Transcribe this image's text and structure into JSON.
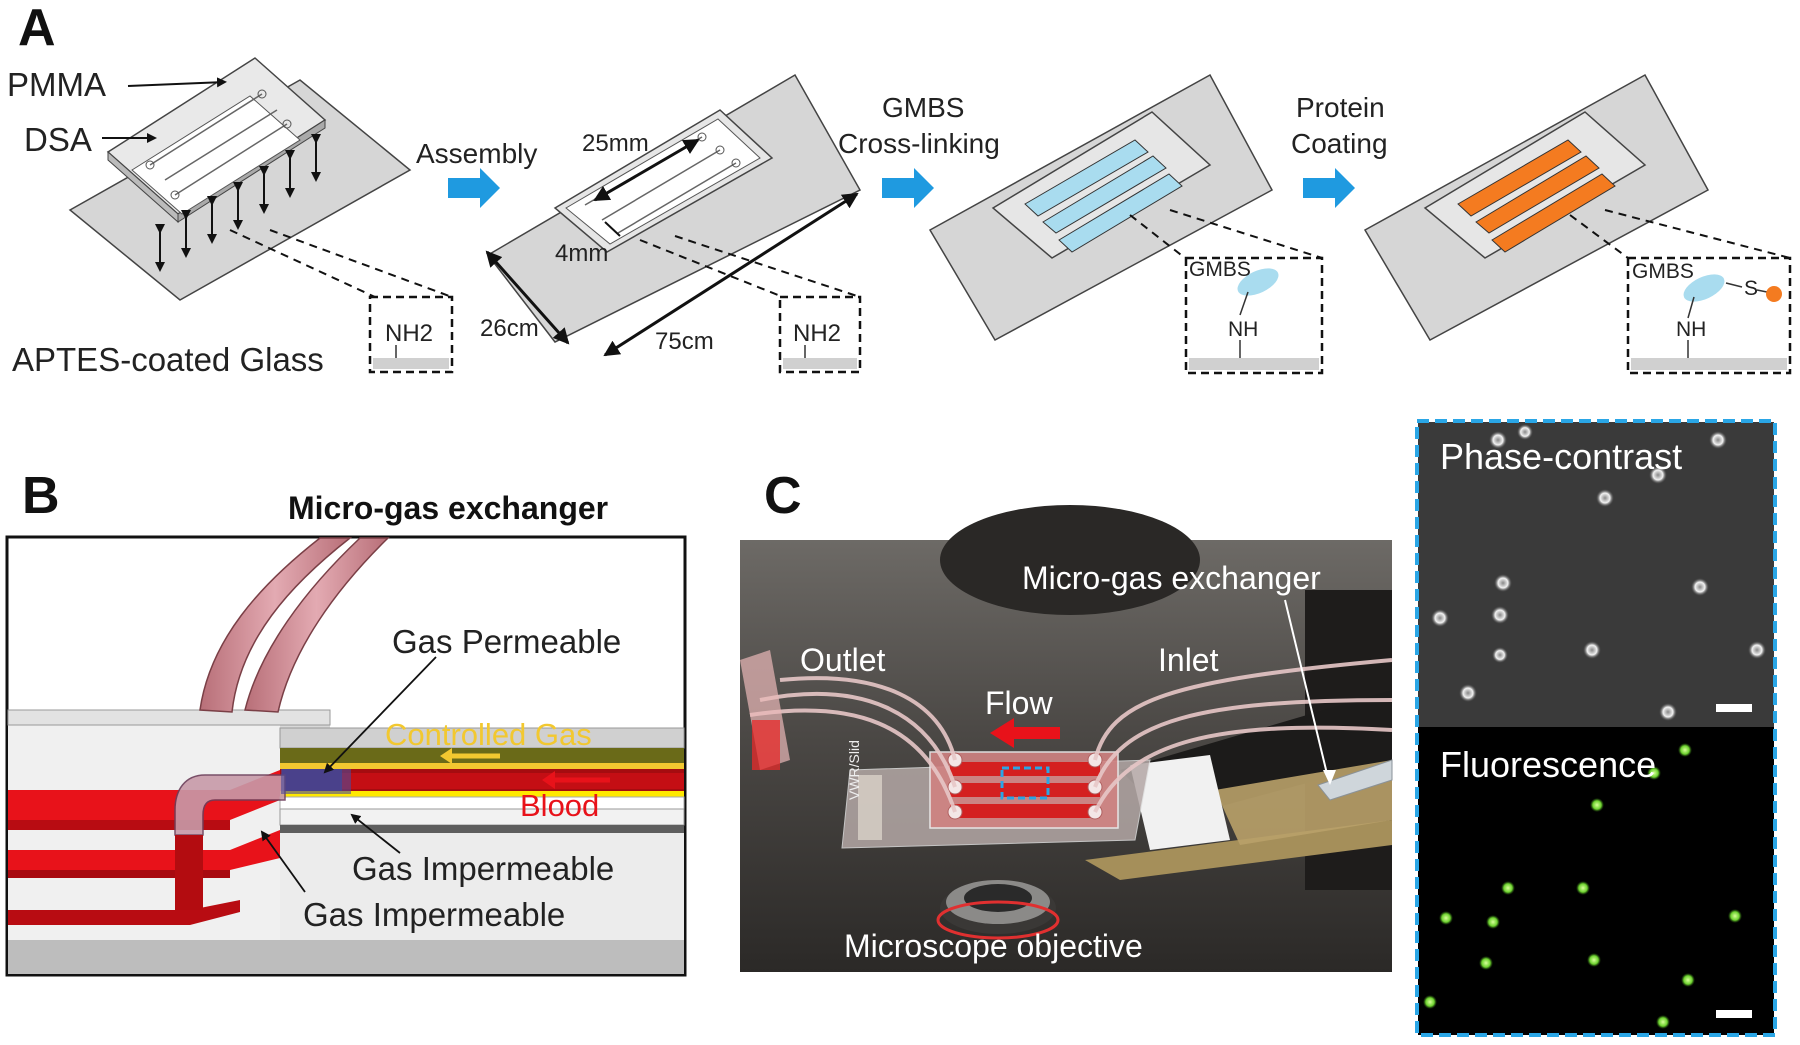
{
  "panel_a": {
    "letter": "A",
    "pmma": "PMMA",
    "dsa": "DSA",
    "aptes_glass": "APTES-coated Glass",
    "assembly": "Assembly",
    "gmbs_line1": "GMBS",
    "gmbs_line2": "Cross-linking",
    "protein_line1": "Protein",
    "protein_line2": "Coating",
    "dim_25": "25mm",
    "dim_4": "4mm",
    "dim_26": "26cm",
    "dim_75": "75cm",
    "inset_nh2": "NH2",
    "inset_gmbs": "GMBS",
    "inset_nh": "NH",
    "inset_s": "S"
  },
  "panel_b": {
    "letter": "B",
    "title": "Micro-gas exchanger",
    "gas_permeable": "Gas Permeable",
    "controlled_gas": "Controlled Gas",
    "blood": "Blood",
    "gas_impermeable_1": "Gas Impermeable",
    "gas_impermeable_2": "Gas Impermeable"
  },
  "panel_c": {
    "letter": "C",
    "outlet": "Outlet",
    "inlet": "Inlet",
    "flow": "Flow",
    "micro_gas_exchanger": "Micro-gas exchanger",
    "microscope_objective": "Microscope objective",
    "slide_brand": "VWR/Slid",
    "phase_contrast": "Phase-contrast",
    "fluorescence": "Fluorescence"
  },
  "colors": {
    "arrow_blue": "#1f9ae0",
    "channel_cyan": "#a9dcef",
    "channel_orange": "#f47b20",
    "blood_red": "#e8121a",
    "gas_yellow": "#f2c830",
    "inset_border_blue": "#2aa6e6",
    "fluor_green": "#7ee23c"
  }
}
